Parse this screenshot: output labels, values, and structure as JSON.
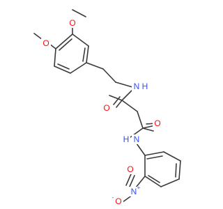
{
  "molecule": {
    "atoms": {
      "o_methoxy_top": {
        "label": "O",
        "color": "#ff0d0d"
      },
      "o_methoxy_left": {
        "label": "O",
        "color": "#ff0d0d"
      },
      "n_amide_upper": {
        "label": "N",
        "color": "#3050f8"
      },
      "h_amide_upper": {
        "label": "H",
        "color": "#3050f8"
      },
      "o_carbonyl_upper": {
        "label": "O",
        "color": "#ff0d0d"
      },
      "o_carbonyl_lower": {
        "label": "O",
        "color": "#ff0d0d"
      },
      "n_amide_lower": {
        "label": "N",
        "color": "#3050f8"
      },
      "h_amide_lower": {
        "label": "H",
        "color": "#3050f8"
      },
      "n_nitro": {
        "label": "N",
        "color": "#3050f8",
        "charge": "+"
      },
      "o_nitro_right": {
        "label": "O",
        "color": "#ff0d0d"
      },
      "o_nitro_left": {
        "label": "O",
        "color": "#ff0d0d",
        "charge": "-"
      }
    },
    "bond_color": "#3a3a3a"
  }
}
